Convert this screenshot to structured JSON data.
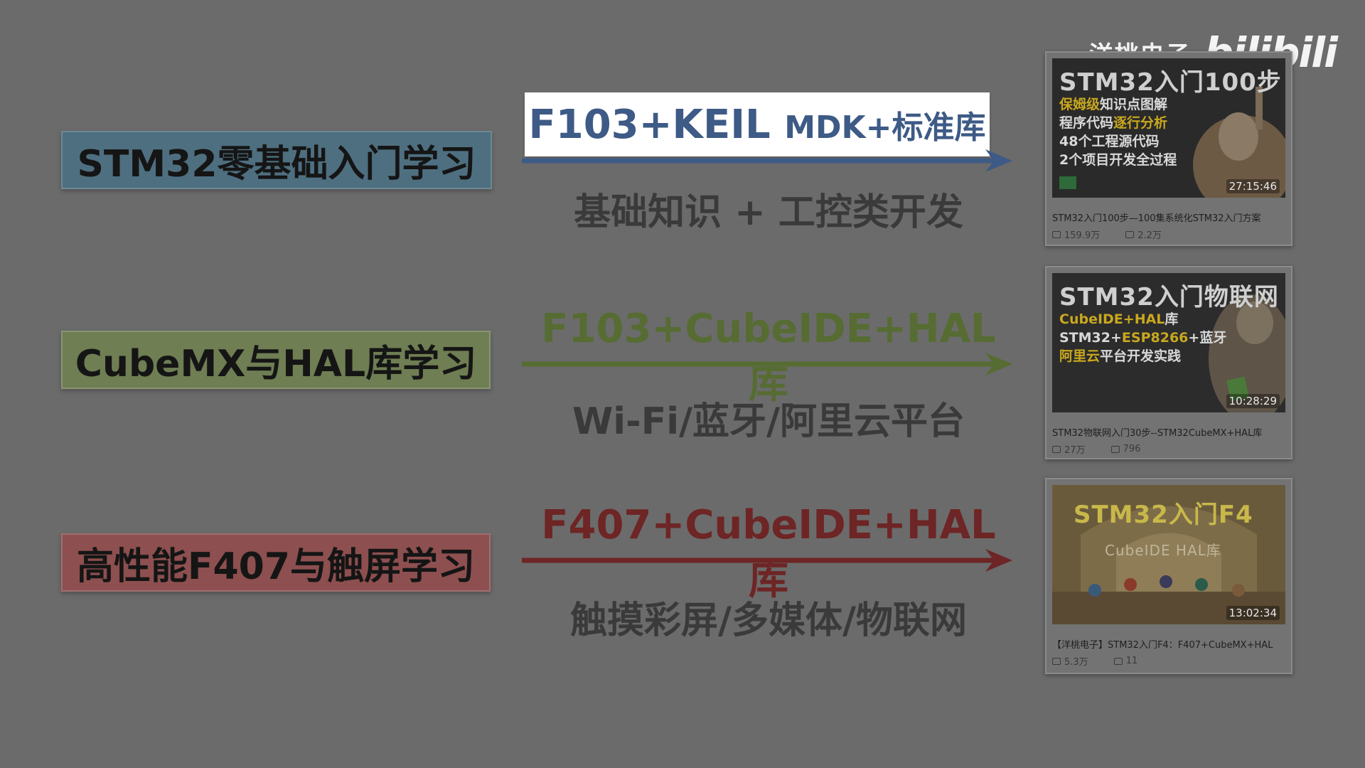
{
  "watermark": {
    "channel": "洋桃电子",
    "logo": "bilibili"
  },
  "routes": [
    {
      "label": "STM32零基础入门学习",
      "title_a": "F103+KEIL",
      "title_b": "MDK+标准库",
      "subtitle": "基础知识 + 工控类开发",
      "color": "#3e5a86"
    },
    {
      "label": "CubeMX与HAL库学习",
      "title": "F103+CubeIDE+HAL库",
      "subtitle": "Wi-Fi/蓝牙/阿里云平台",
      "color": "#566c32"
    },
    {
      "label": "高性能F407与触屏学习",
      "title": "F407+CubeIDE+HAL库",
      "subtitle": "触摸彩屏/多媒体/物联网",
      "color": "#6e2525"
    }
  ],
  "cards": [
    {
      "thumb_title": "STM32入门100步",
      "lines": [
        {
          "hl": "保姆级",
          "text": "知识点图解"
        },
        {
          "hl": "",
          "text": "程序代码",
          "hl2": "逐行分析"
        },
        {
          "hl": "",
          "text": "48个工程源代码"
        },
        {
          "hl": "",
          "text": "2个项目开发全过程"
        }
      ],
      "duration": "27:15:46",
      "caption": "STM32入门100步—100集系统化STM32入门方案",
      "plays": "159.9万",
      "comments": "2.2万"
    },
    {
      "thumb_title": "STM32入门物联网",
      "line1_hl": "CubeIDE+HAL",
      "line1_text": "库",
      "line2_text": "STM32+",
      "line2_hl": "ESP8266",
      "line2_tail": "+蓝牙",
      "line3_hl": "阿里云",
      "line3_text": "平台开发实践",
      "duration": "10:28:29",
      "caption": "STM32物联网入门30步--STM32CubeMX+HAL库",
      "plays": "27万",
      "comments": "796"
    },
    {
      "thumb_title": "STM32入门F4",
      "thumb_sub": "CubeIDE HAL库",
      "duration": "13:02:34",
      "caption": "【洋桃电子】STM32入门F4：F407+CubeMX+HAL",
      "plays": "5.3万",
      "comments": "11"
    }
  ]
}
